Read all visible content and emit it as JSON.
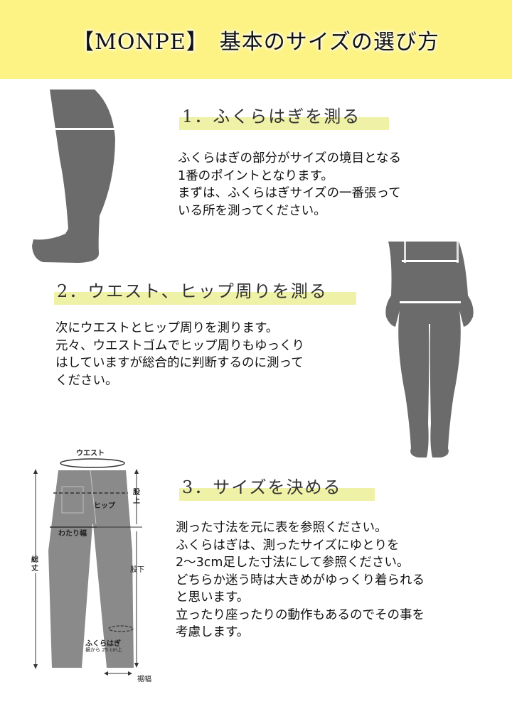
{
  "header": {
    "title": "【MONPE】　基本のサイズの選び方",
    "background": "#fdf385"
  },
  "sections": [
    {
      "heading": "1．ふくらはぎを測る",
      "body": "ふくらはぎの部分がサイズの境目となる\n1番のポイントとなります。\nまずは、ふくらはぎサイズの一番張って\nいる所を測ってください。",
      "illustration": "calf-leg-silhouette-icon"
    },
    {
      "heading": "2．ウエスト、ヒップ周りを測る",
      "body": "次にウエストとヒップ周りを測ります。\n元々、ウエストゴムでヒップ周りもゆっくり\nはしていますが総合的に判断するのに測って\nください。",
      "illustration": "body-silhouette-icon"
    },
    {
      "heading": "3．サイズを決める",
      "body": "測った寸法を元に表を参照ください。\nふくらはぎは、測ったサイズにゆとりを\n2〜3cm足した寸法にして参照ください。\nどちらか迷う時は大きめがゆっくり着られる\nと思います。\n立ったり座ったりの動作もあるのでその事を\n考慮します。",
      "illustration": "pants-diagram-icon"
    }
  ],
  "diagram": {
    "waist": "ウエスト",
    "hip": "ヒップ",
    "rise": "股上",
    "thigh": "わたり幅",
    "total_length": "総丈",
    "inseam": "股下",
    "calf": "ふくらはぎ",
    "calf_note": "裾から 25 cm上",
    "hem": "裾幅"
  },
  "colors": {
    "highlight": "#eef1a6",
    "silhouette": "#6b6b6b",
    "pants": "#8a8a8a"
  }
}
